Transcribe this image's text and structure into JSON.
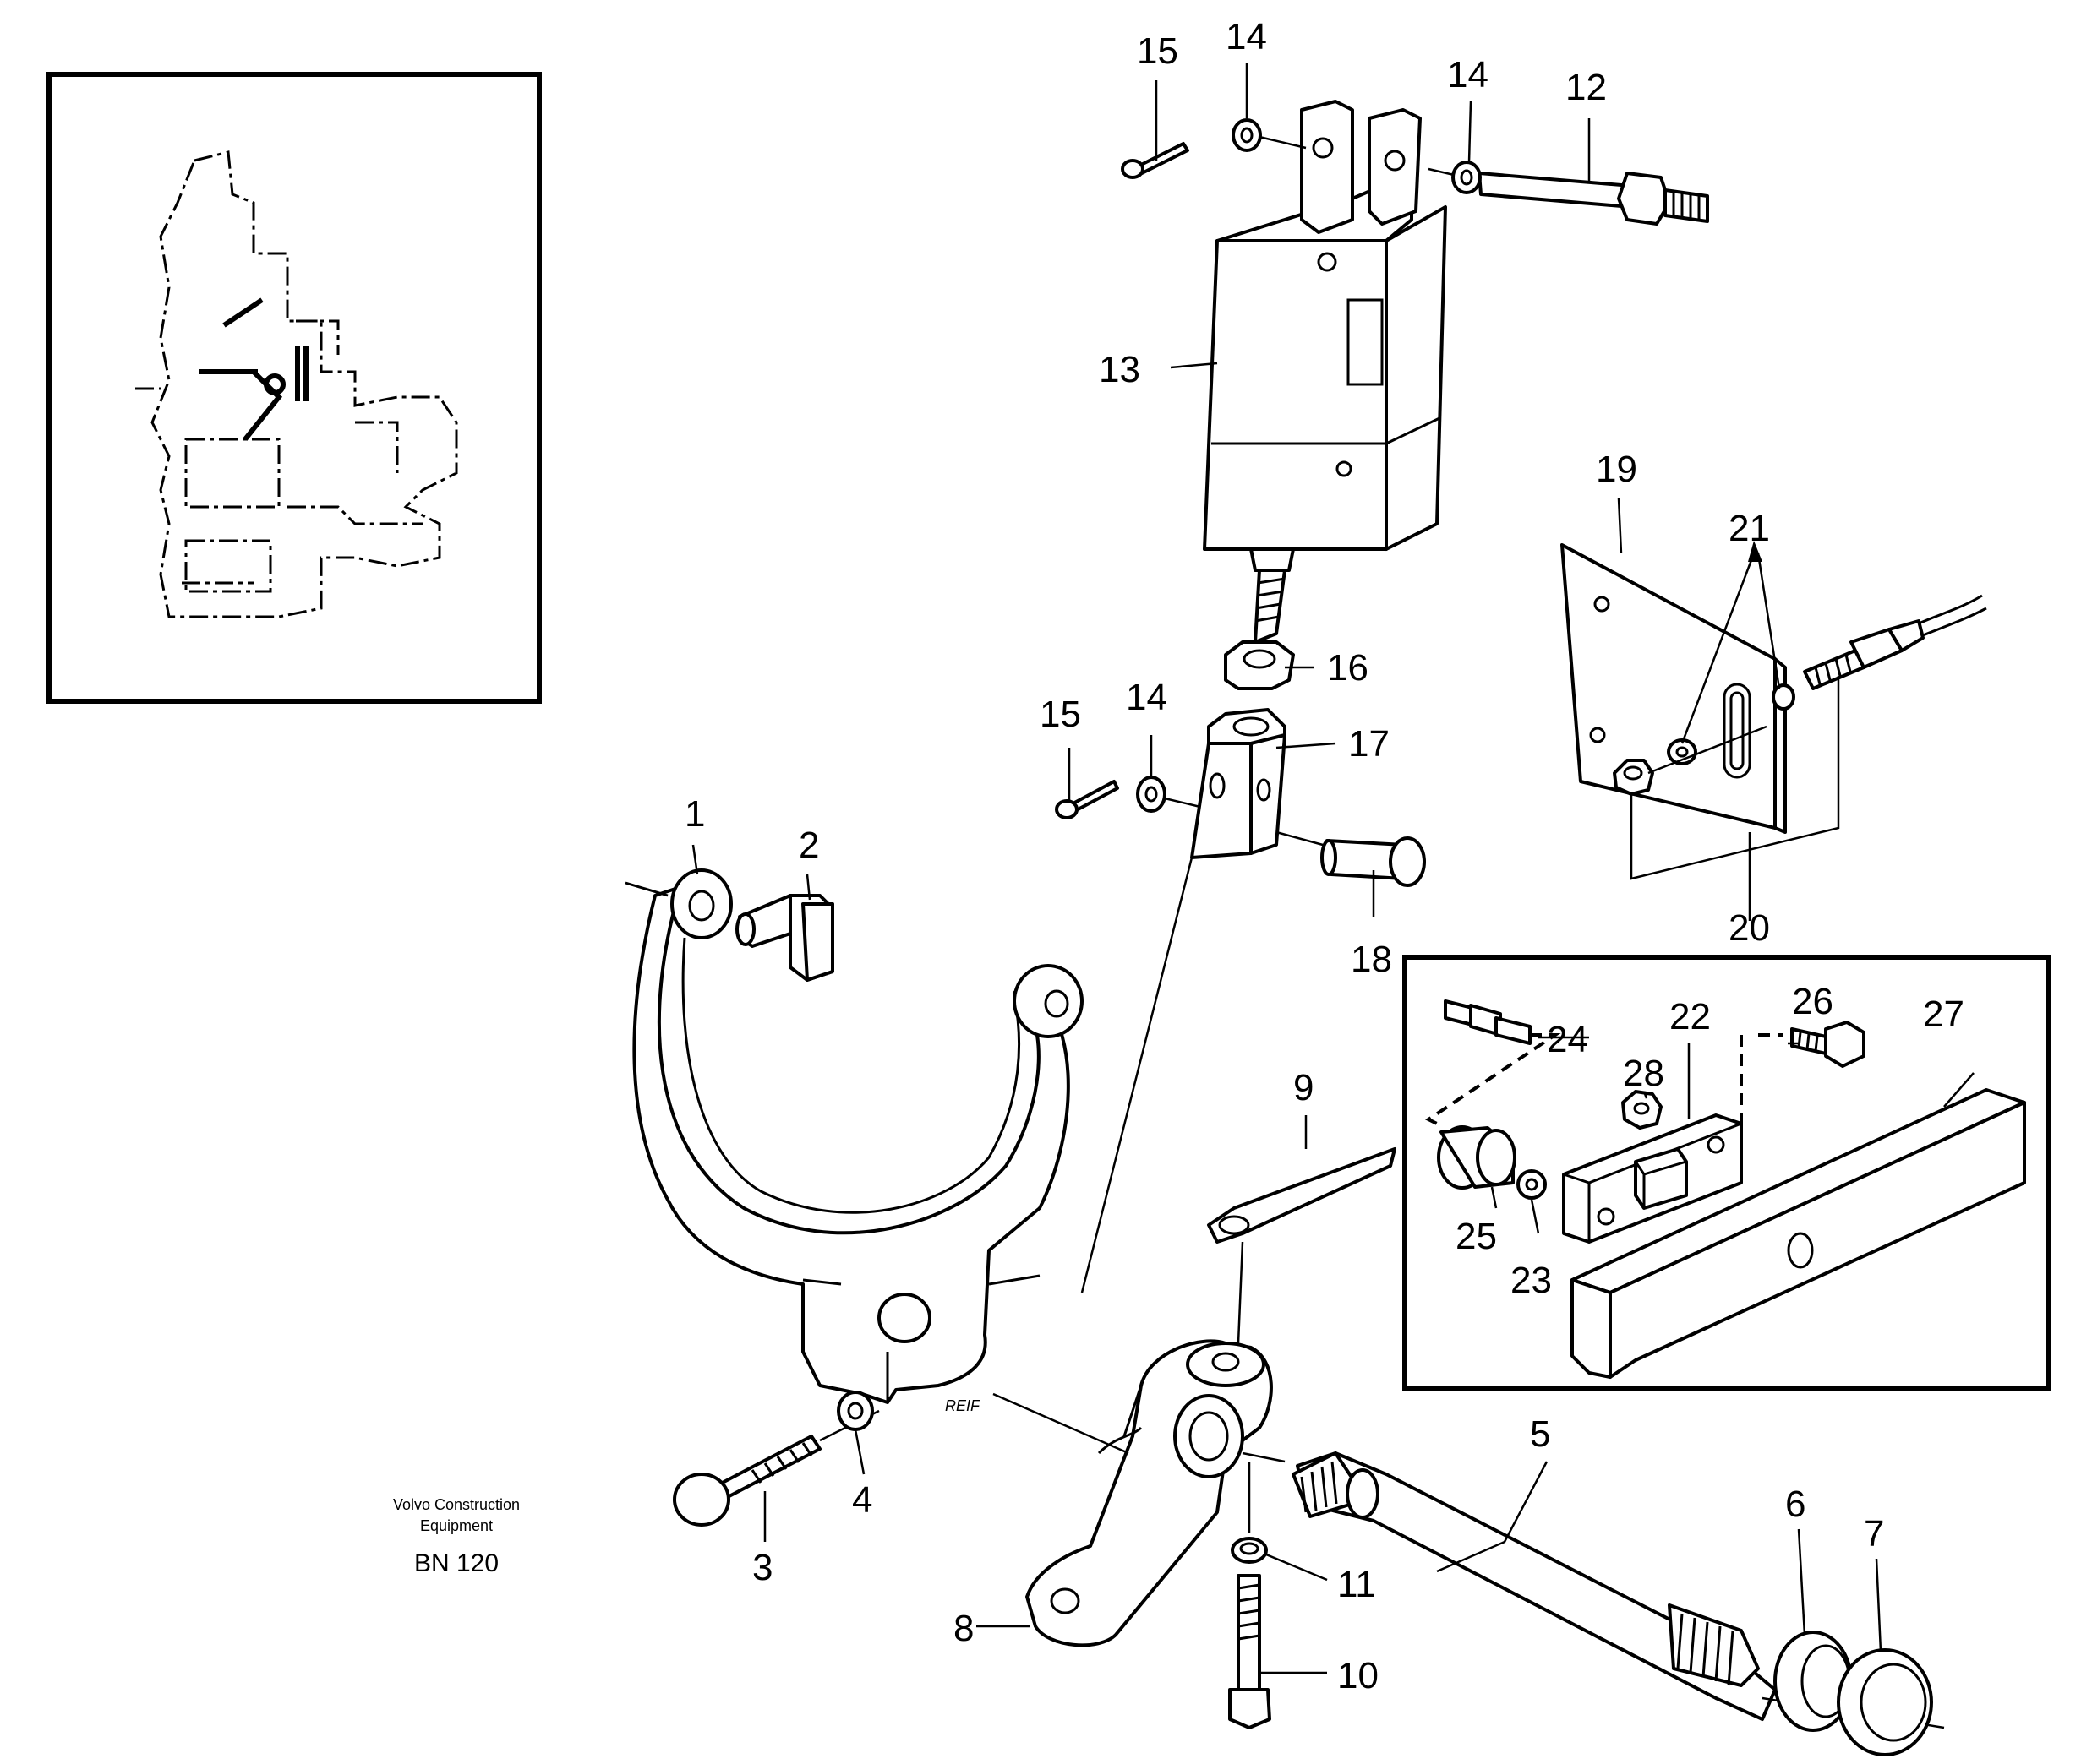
{
  "credit": {
    "line1": "Volvo Construction",
    "line2": "Equipment",
    "code": "BN 120"
  },
  "callouts": {
    "c1": "1",
    "c2": "2",
    "c3": "3",
    "c4": "4",
    "c5": "5",
    "c6": "6",
    "c7": "7",
    "c8": "8",
    "c9": "9",
    "c10": "10",
    "c11": "11",
    "c12": "12",
    "c13": "13",
    "c14a": "14",
    "c14b": "14",
    "c14c": "14",
    "c15a": "15",
    "c15b": "15",
    "c16": "16",
    "c17": "17",
    "c18": "18",
    "c19": "19",
    "c20": "20",
    "c21": "21",
    "c22": "22",
    "c23": "23",
    "c24": "24",
    "c25": "25",
    "c26": "26",
    "c27": "27",
    "c28": "28"
  },
  "fork_stamp": "REIF"
}
